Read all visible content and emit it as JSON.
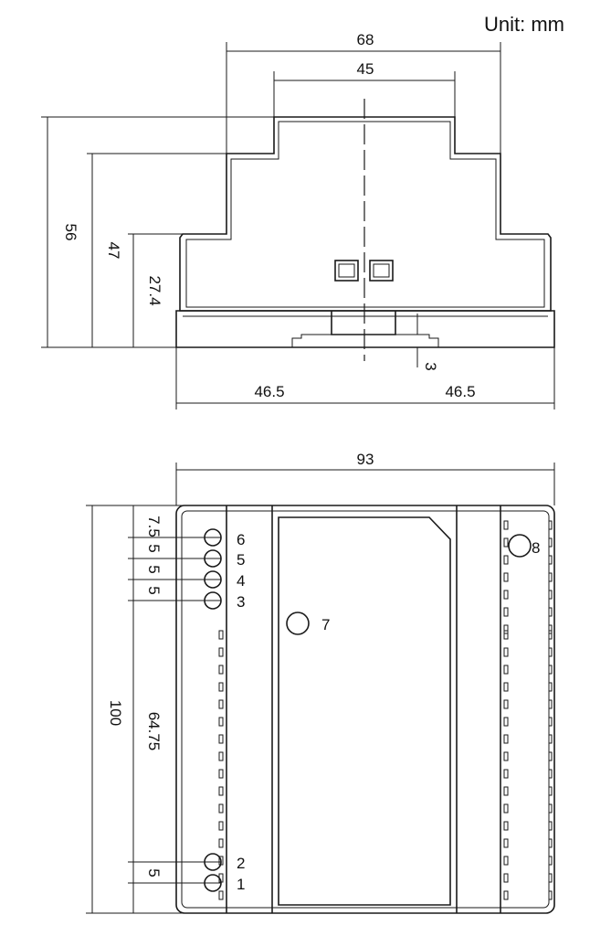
{
  "unit_label": "Unit: mm",
  "side_view": {
    "dim_total_width": "68",
    "dim_top_width": "45",
    "dim_height_total": "56",
    "dim_height_mid": "47",
    "dim_height_base": "27.4",
    "dim_rail_gap": "3",
    "dim_half_left": "46.5",
    "dim_half_right": "46.5"
  },
  "front_view": {
    "dim_width": "93",
    "dim_height": "100",
    "pitch_labels": [
      "7.5",
      "5",
      "5",
      "5"
    ],
    "dim_terminal_span": "64.75",
    "dim_bottom_pitch": "5",
    "terminal_labels": [
      "6",
      "5",
      "4",
      "3",
      "2",
      "1"
    ],
    "led_label": "7",
    "pot_label": "8"
  }
}
